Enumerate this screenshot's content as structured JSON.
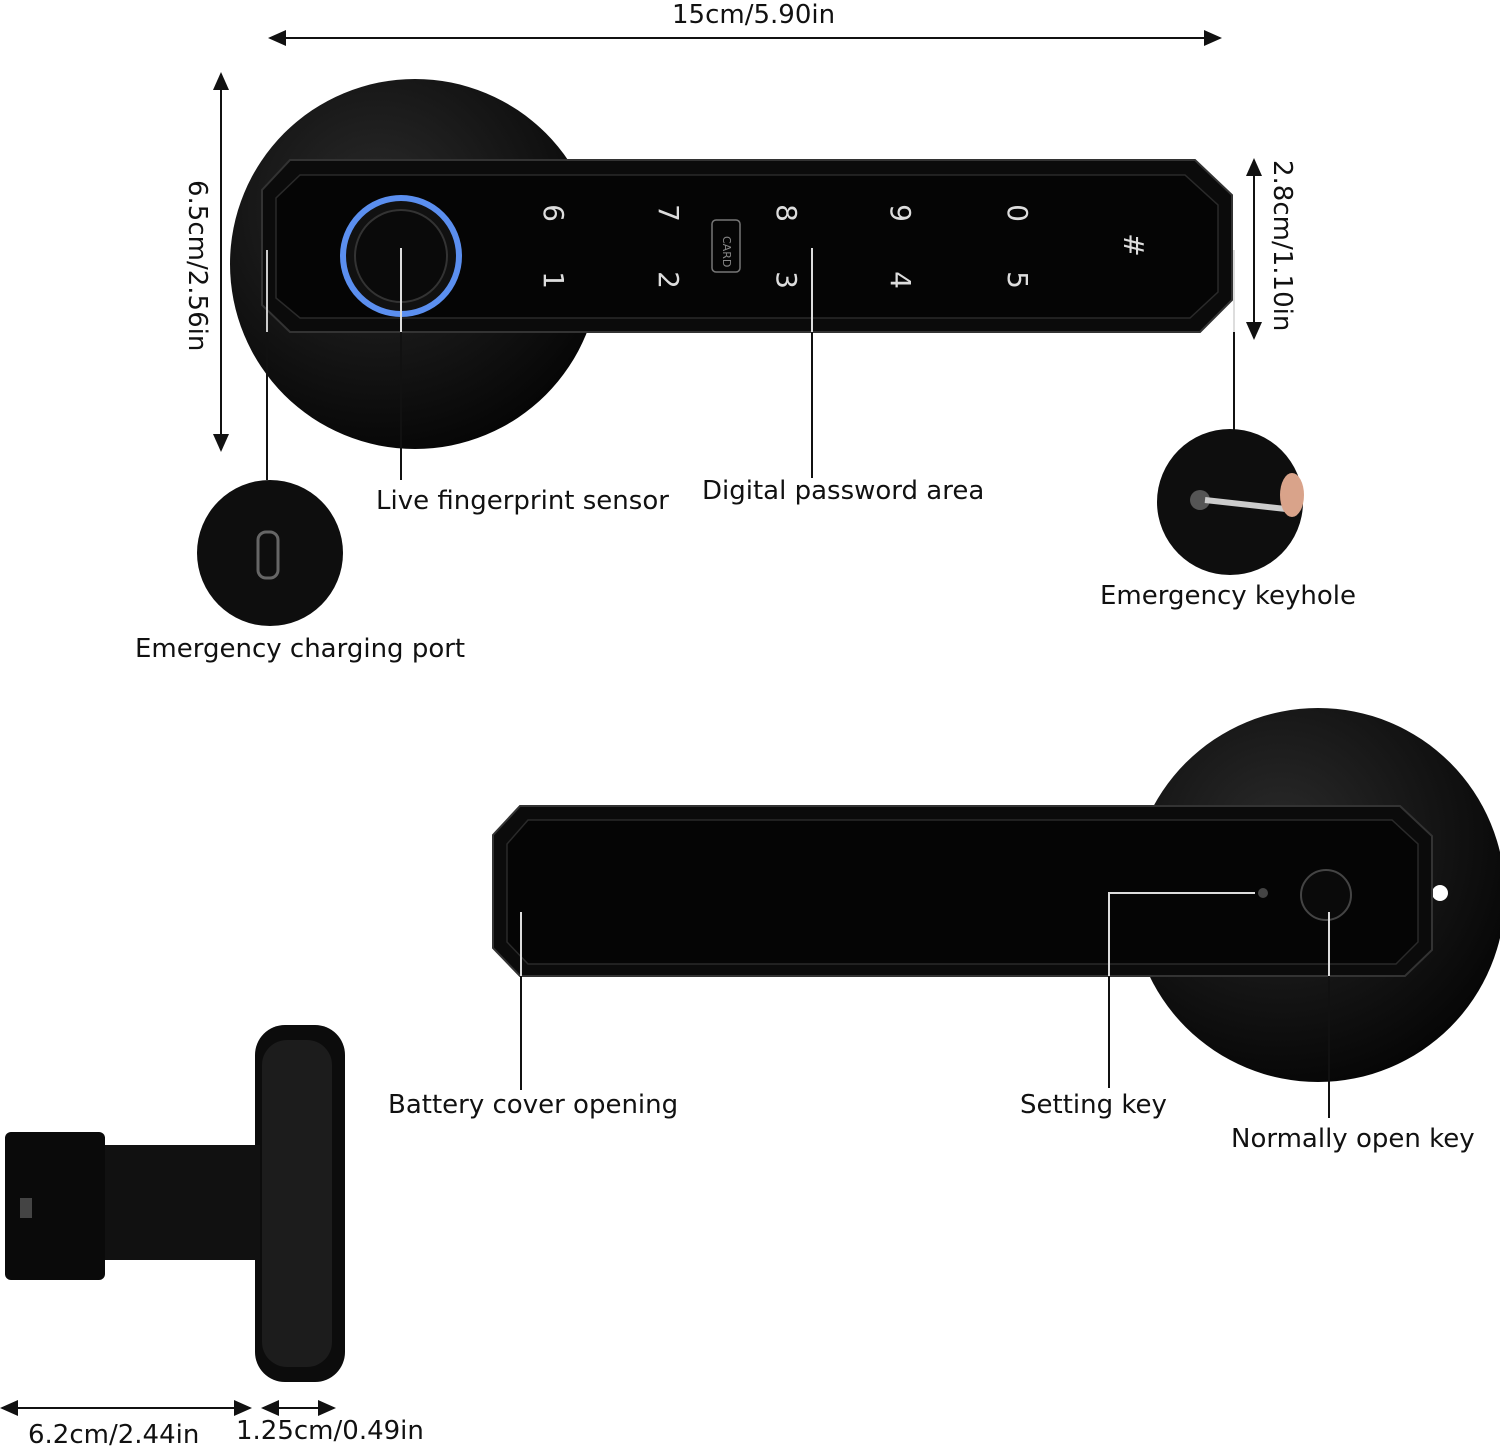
{
  "dimensions": {
    "width_total": "15cm/5.90in",
    "height_rosette": "6.5cm/2.56in",
    "handle_height": "2.8cm/1.10in",
    "depth_body": "6.2cm/2.44in",
    "depth_rosette": "1.25cm/0.49in"
  },
  "keypad": {
    "top_row": [
      "6",
      "7",
      "8",
      "9",
      "0"
    ],
    "bottom_row": [
      "1",
      "2",
      "3",
      "4",
      "5"
    ],
    "hash": "#",
    "card": "CARD"
  },
  "labels": {
    "charging_port": "Emergency charging port",
    "fingerprint": "Live fingerprint sensor",
    "password_area": "Digital password area",
    "keyhole": "Emergency keyhole",
    "battery": "Battery cover opening",
    "setting_key": "Setting key",
    "normally_open": "Normally open key"
  },
  "colors": {
    "lock_body": "#0d0d0d",
    "fingerprint_ring": "#5b8ff0"
  }
}
